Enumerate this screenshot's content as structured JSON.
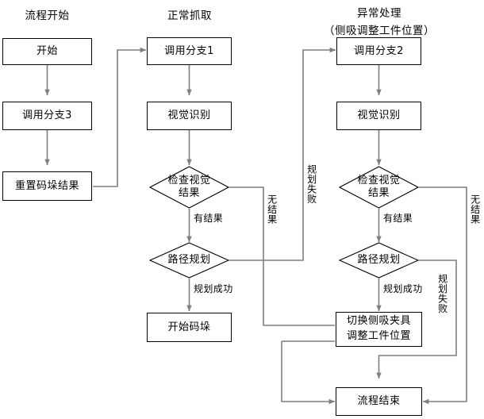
{
  "diagram": {
    "type": "flowchart",
    "language": "zh-CN",
    "colors": {
      "stroke_gray": "#7f7f7f",
      "stroke_black": "#000000",
      "box_fill": "#ffffff",
      "text": "#000000",
      "background": "#ffffff"
    },
    "titles": [
      {
        "id": "title-left",
        "text": "流程开始"
      },
      {
        "id": "title-mid",
        "text": "正常抓取"
      },
      {
        "id": "title-right1",
        "text": "异常处理"
      },
      {
        "id": "title-right2",
        "text": "（侧吸调整工件位置）"
      }
    ],
    "nodes": [
      {
        "id": "start",
        "shape": "rect",
        "text": "开始"
      },
      {
        "id": "branch3",
        "shape": "rect",
        "text": "调用分支3"
      },
      {
        "id": "reset",
        "shape": "rect",
        "text": "重置码垛结果"
      },
      {
        "id": "branch1",
        "shape": "rect",
        "text": "调用分支1"
      },
      {
        "id": "vision-mid",
        "shape": "rect",
        "text": "视觉识别"
      },
      {
        "id": "check-mid",
        "shape": "diamond",
        "text": "检查视觉结果",
        "line1": "检查视觉",
        "line2": "结果"
      },
      {
        "id": "path-mid",
        "shape": "diamond",
        "text": "路径规划",
        "line1": "路径规划",
        "line2": ""
      },
      {
        "id": "palletize",
        "shape": "rect",
        "text": "开始码垛"
      },
      {
        "id": "branch2",
        "shape": "rect",
        "text": "调用分支2"
      },
      {
        "id": "vision-right",
        "shape": "rect",
        "text": "视觉识别"
      },
      {
        "id": "check-right",
        "shape": "diamond",
        "text": "检查视觉结果",
        "line1": "检查视觉",
        "line2": "结果"
      },
      {
        "id": "path-right",
        "shape": "diamond",
        "text": "路径规划",
        "line1": "路径规划",
        "line2": ""
      },
      {
        "id": "switch",
        "shape": "rect",
        "text": "切换侧吸夹具调整工件位置",
        "line1": "切换侧吸夹具",
        "line2": "调整工件位置"
      },
      {
        "id": "end",
        "shape": "rect",
        "text": "流程结束"
      }
    ],
    "edge_labels": [
      {
        "id": "lbl-mid-has",
        "text": "有结果",
        "orientation": "horizontal"
      },
      {
        "id": "lbl-mid-none",
        "text": "无结果",
        "orientation": "vertical"
      },
      {
        "id": "lbl-mid-ok",
        "text": "规划成功",
        "orientation": "horizontal"
      },
      {
        "id": "lbl-mid-fail",
        "text": "规划失败",
        "orientation": "vertical"
      },
      {
        "id": "lbl-right-has",
        "text": "有结果",
        "orientation": "horizontal"
      },
      {
        "id": "lbl-right-none",
        "text": "无结果",
        "orientation": "vertical"
      },
      {
        "id": "lbl-right-ok",
        "text": "规划成功",
        "orientation": "horizontal"
      },
      {
        "id": "lbl-right-fail",
        "text": "规划失败",
        "orientation": "vertical"
      }
    ]
  }
}
